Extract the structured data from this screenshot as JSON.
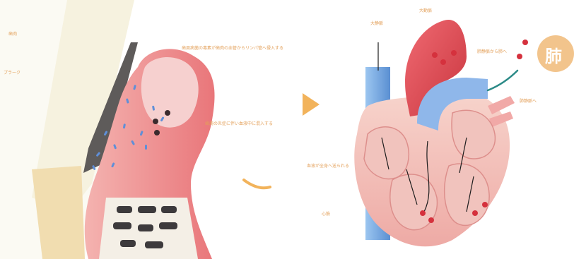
{
  "colors": {
    "label": "#e3a05a",
    "badge_bg": "#f2c48c",
    "artery": "#e84a5a",
    "vein": "#7aaee6",
    "tissue": "#f3b7b7",
    "muscle": "#e96a6f",
    "bone": "#f1ddb0",
    "arrow_teal": "#2b8a87"
  },
  "labels": {
    "left_1": "歯肉",
    "left_2": "プラーク",
    "left_3": "歯周病菌の毒素が歯肉の血管からリンパ管へ侵入する",
    "left_4": "歯周の炎症に伴い血液中に混入する",
    "top_1": "大動脈",
    "top_2": "大静脈",
    "right_1": "肺静脈から肺へ",
    "right_2": "肺静脈へ",
    "bottom_1": "血液が全身へ送られる",
    "bottom_2": "心筋"
  },
  "badge": {
    "text": "肺"
  },
  "icons": [
    "play-triangle-icon",
    "chevron-arc-icon"
  ]
}
